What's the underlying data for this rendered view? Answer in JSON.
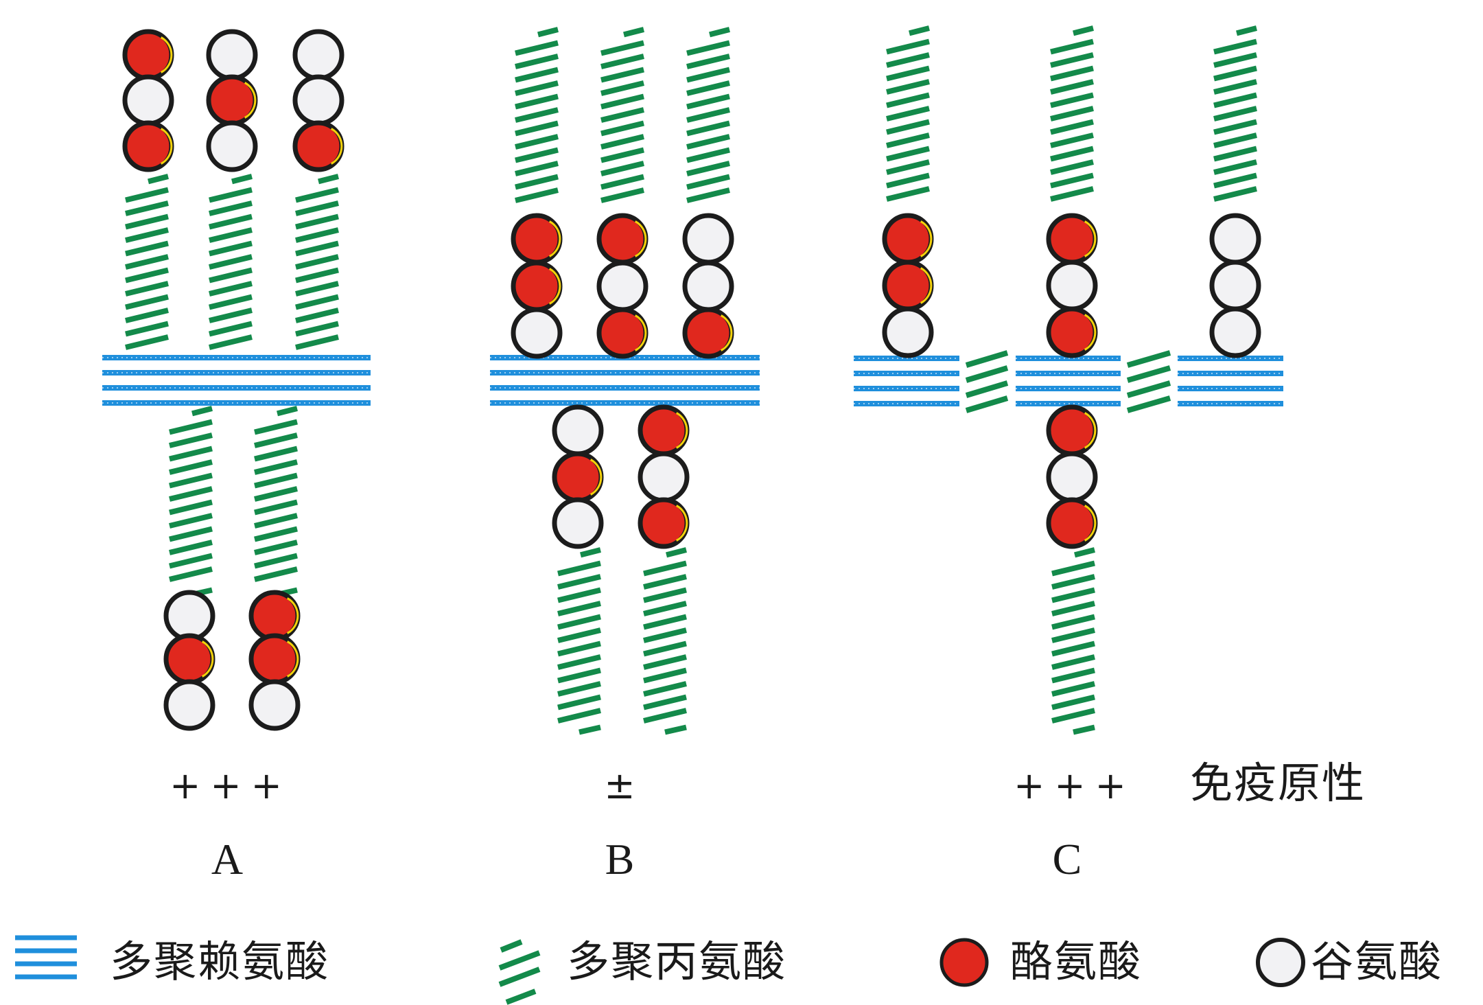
{
  "colors": {
    "poly_lysine": "#1f8fdc",
    "poly_alanine": "#138a4a",
    "tyrosine": "#e0281e",
    "glutamate": "#f2f2f4",
    "outline": "#1c1c1c",
    "text": "#1a1a1a"
  },
  "panels": [
    {
      "id": "A",
      "letter": "A",
      "immunogenicity": "+++",
      "backbone_type": "continuous_lysine",
      "upper_chains": [
        {
          "residues_top_to_bottom": [
            "Tyr",
            "Glu",
            "Tyr"
          ],
          "position": "distal"
        },
        {
          "residues_top_to_bottom": [
            "Glu",
            "Tyr",
            "Glu"
          ],
          "position": "distal"
        },
        {
          "residues_top_to_bottom": [
            "Glu",
            "Glu",
            "Tyr"
          ],
          "position": "distal"
        }
      ],
      "lower_chains": [
        {
          "residues_top_to_bottom": [
            "Glu",
            "Tyr",
            "Glu"
          ],
          "position": "distal"
        },
        {
          "residues_top_to_bottom": [
            "Tyr",
            "Tyr",
            "Glu"
          ],
          "position": "distal"
        }
      ]
    },
    {
      "id": "B",
      "letter": "B",
      "immunogenicity": "±",
      "backbone_type": "continuous_lysine",
      "upper_chains": [
        {
          "residues_top_to_bottom": [
            "Tyr",
            "Tyr",
            "Glu"
          ],
          "position": "proximal"
        },
        {
          "residues_top_to_bottom": [
            "Tyr",
            "Glu",
            "Tyr"
          ],
          "position": "proximal"
        },
        {
          "residues_top_to_bottom": [
            "Glu",
            "Glu",
            "Tyr"
          ],
          "position": "proximal"
        }
      ],
      "lower_chains": [
        {
          "residues_top_to_bottom": [
            "Glu",
            "Tyr",
            "Glu"
          ],
          "position": "proximal"
        },
        {
          "residues_top_to_bottom": [
            "Tyr",
            "Glu",
            "Tyr"
          ],
          "position": "proximal"
        }
      ]
    },
    {
      "id": "C",
      "letter": "C",
      "immunogenicity": "+++",
      "backbone_type": "lysine_alanine_alternating",
      "upper_chains": [
        {
          "residues_top_to_bottom": [
            "Tyr",
            "Tyr",
            "Glu"
          ],
          "position": "proximal"
        },
        {
          "residues_top_to_bottom": [
            "Tyr",
            "Glu",
            "Tyr"
          ],
          "position": "proximal"
        },
        {
          "residues_top_to_bottom": [
            "Glu",
            "Glu",
            "Glu"
          ],
          "position": "proximal"
        }
      ],
      "lower_chains": [
        {
          "residues_top_to_bottom": [
            "Tyr",
            "Glu",
            "Tyr"
          ],
          "position": "proximal"
        }
      ]
    }
  ],
  "immunogenicity_label": "免疫原性",
  "legend": [
    {
      "key": "poly_lysine",
      "label": "多聚赖氨酸",
      "icon": "blue-parallel-lines"
    },
    {
      "key": "poly_alanine",
      "label": "多聚丙氨酸",
      "icon": "green-diagonal-dashes"
    },
    {
      "key": "tyrosine",
      "label": "酪氨酸",
      "icon": "red-filled-circle"
    },
    {
      "key": "glutamate",
      "label": "谷氨酸",
      "icon": "white-filled-circle"
    }
  ]
}
